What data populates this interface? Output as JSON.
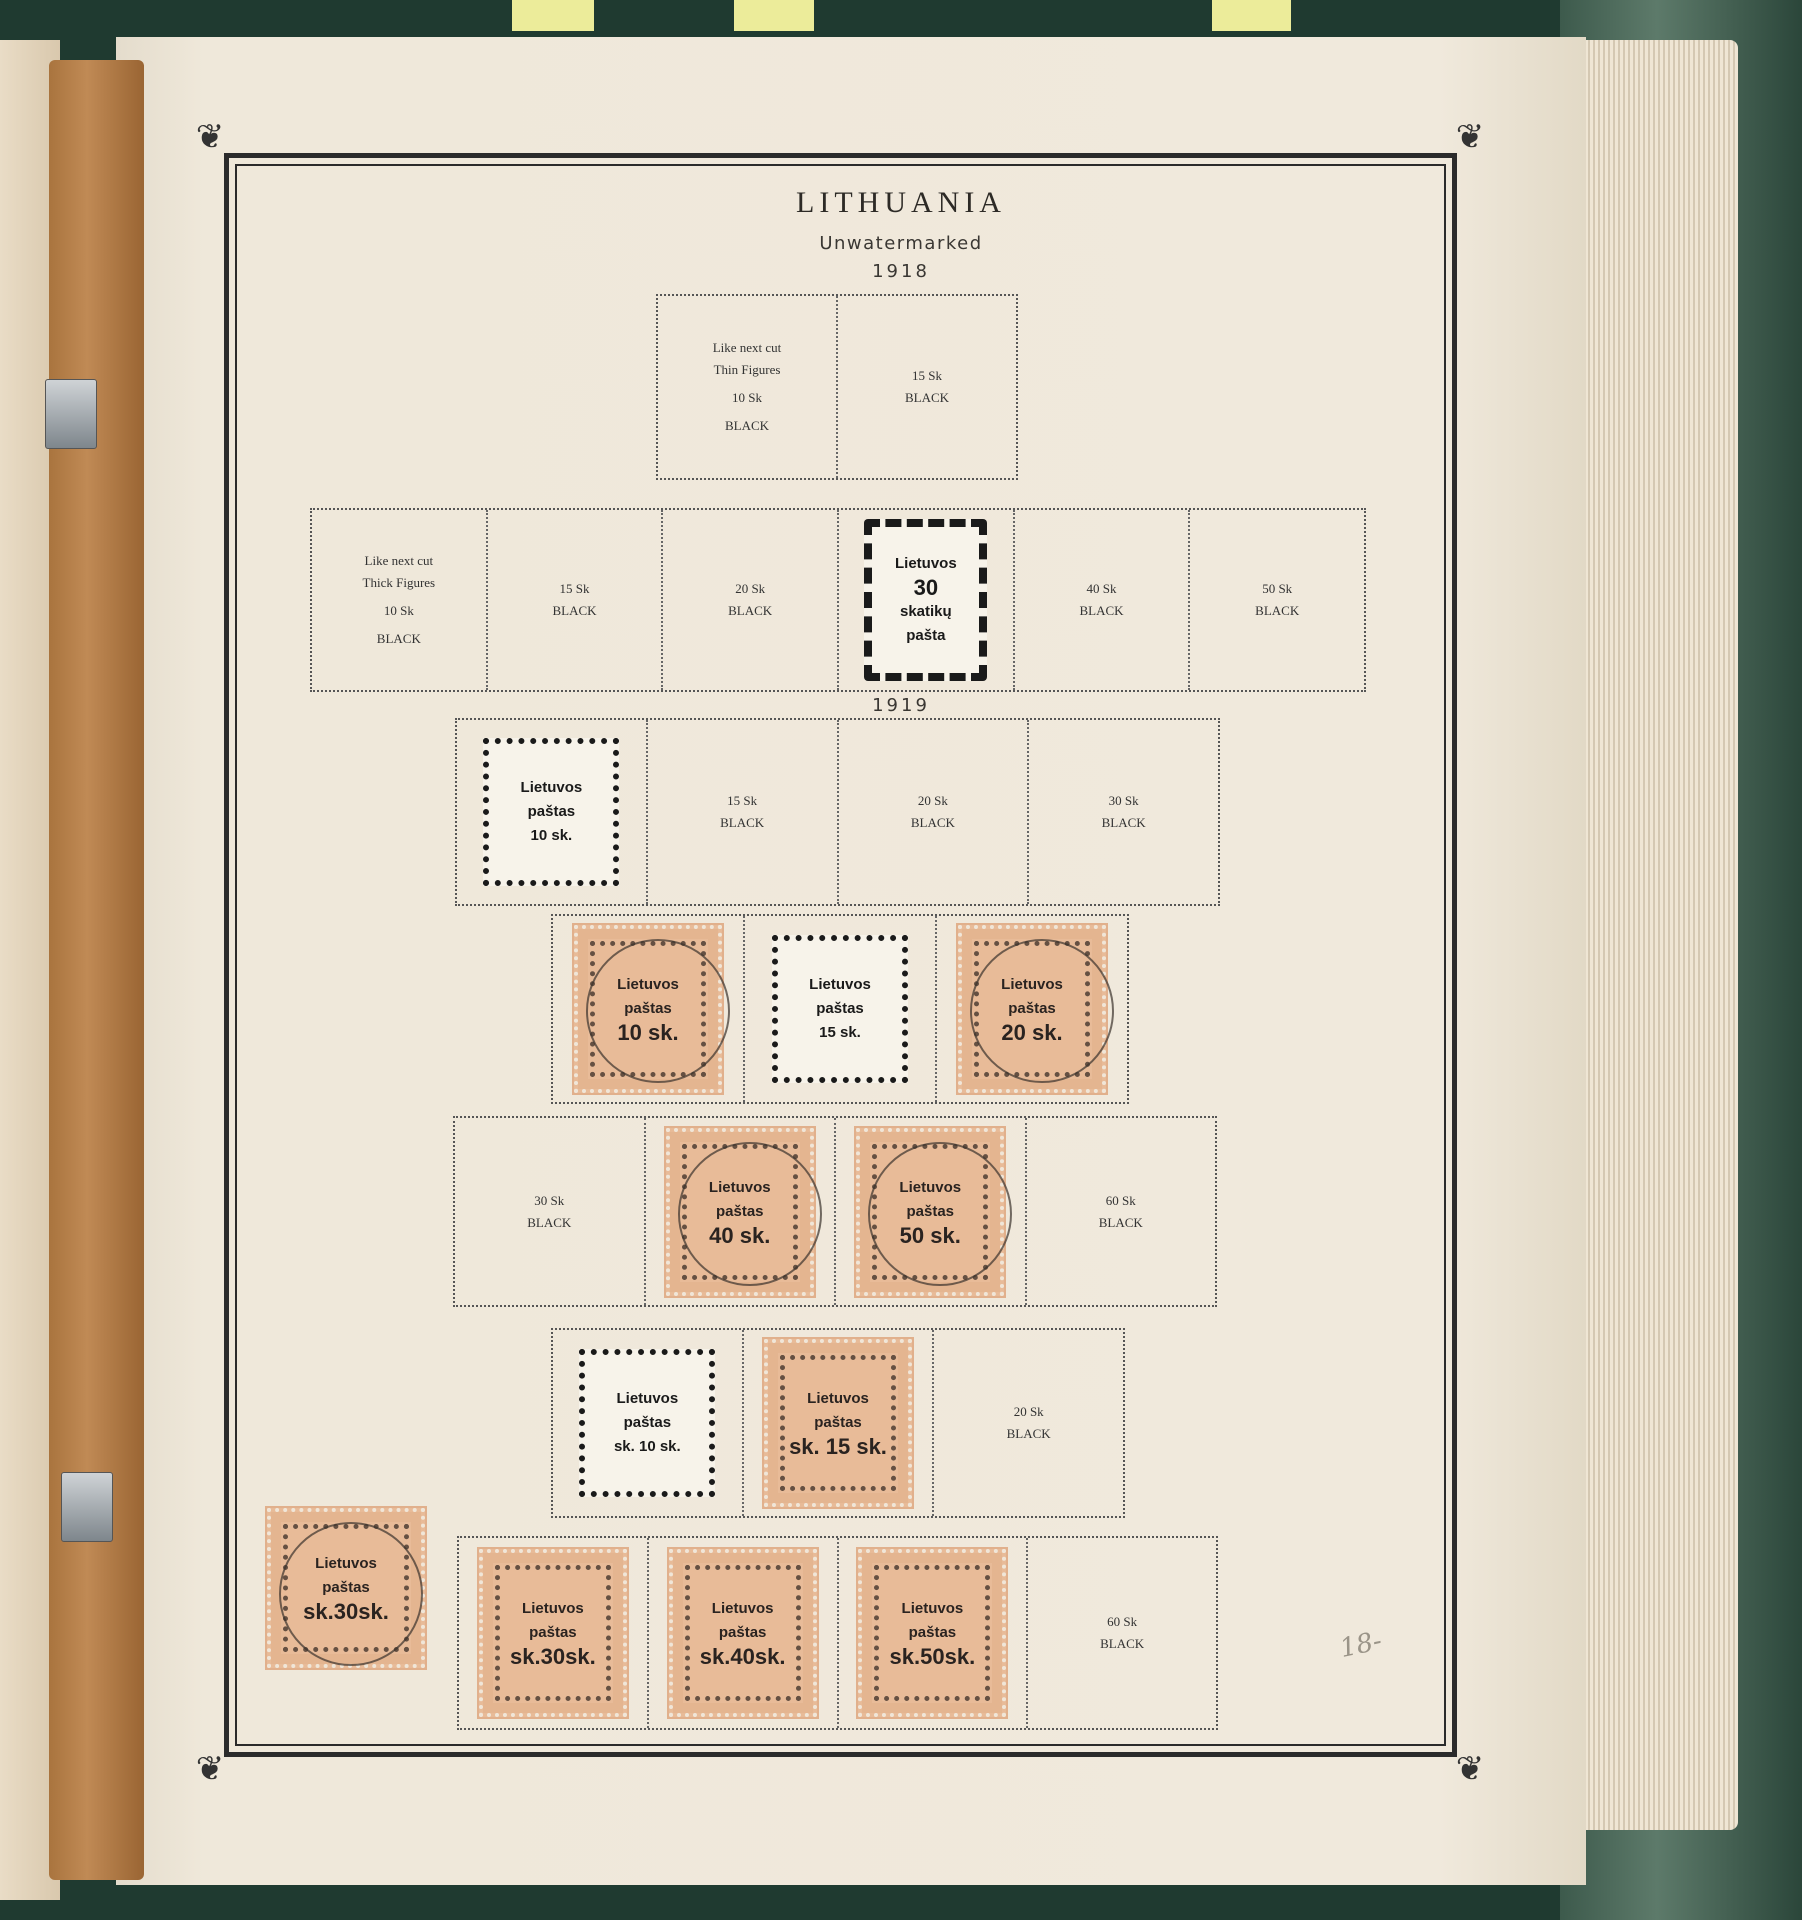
{
  "album": {
    "title": "LITHUANIA",
    "subtitle": "Unwatermarked",
    "year_1918": "1918",
    "year_1919": "1919",
    "pencil_note": "18-"
  },
  "rows": [
    [
      {
        "type": "space",
        "lines": [
          "Like next cut",
          "Thin Figures",
          "10 Sk",
          "BLACK"
        ]
      },
      {
        "type": "space",
        "lines": [
          "15 Sk",
          "BLACK"
        ]
      }
    ],
    [
      {
        "type": "space",
        "lines": [
          "Like next cut",
          "Thick Figures",
          "10 Sk",
          "BLACK"
        ]
      },
      {
        "type": "space",
        "lines": [
          "15 Sk",
          "BLACK"
        ]
      },
      {
        "type": "space",
        "lines": [
          "20 Sk",
          "BLACK"
        ]
      },
      {
        "type": "cut",
        "style": "big",
        "lines": [
          "Lietuvos",
          "30",
          "skatikų",
          "pašta"
        ]
      },
      {
        "type": "space",
        "lines": [
          "40 Sk",
          "BLACK"
        ]
      },
      {
        "type": "space",
        "lines": [
          "50 Sk",
          "BLACK"
        ]
      }
    ],
    [
      {
        "type": "cut",
        "lines": [
          "Lietuvos",
          "paštas",
          "10 sk."
        ]
      },
      {
        "type": "space",
        "lines": [
          "15 Sk",
          "BLACK"
        ]
      },
      {
        "type": "space",
        "lines": [
          "20 Sk",
          "BLACK"
        ]
      },
      {
        "type": "space",
        "lines": [
          "30 Sk",
          "BLACK"
        ]
      }
    ],
    [
      {
        "type": "stamp",
        "postmark": true,
        "lines": [
          "Lietuvos",
          "paštas",
          "10 sk."
        ]
      },
      {
        "type": "cut",
        "lines": [
          "Lietuvos",
          "paštas",
          "15 sk."
        ]
      },
      {
        "type": "stamp",
        "postmark": true,
        "lines": [
          "Lietuvos",
          "paštas",
          "20 sk."
        ]
      }
    ],
    [
      {
        "type": "space",
        "lines": [
          "30 Sk",
          "BLACK"
        ]
      },
      {
        "type": "stamp",
        "postmark": true,
        "lines": [
          "Lietuvos",
          "paštas",
          "40 sk."
        ]
      },
      {
        "type": "stamp",
        "postmark": true,
        "lines": [
          "Lietuvos",
          "paštas",
          "50 sk."
        ]
      },
      {
        "type": "space",
        "lines": [
          "60 Sk",
          "BLACK"
        ]
      }
    ],
    [
      {
        "type": "cut",
        "lines": [
          "Lietuvos",
          "paštas",
          "sk. 10 sk."
        ]
      },
      {
        "type": "stamp",
        "postmark": false,
        "lines": [
          "Lietuvos",
          "paštas",
          "sk. 15 sk."
        ]
      },
      {
        "type": "space",
        "lines": [
          "20 Sk",
          "BLACK"
        ]
      }
    ],
    [
      {
        "type": "stamp",
        "postmark": false,
        "lines": [
          "Lietuvos",
          "paštas",
          "sk.30sk."
        ]
      },
      {
        "type": "stamp",
        "postmark": false,
        "lines": [
          "Lietuvos",
          "paštas",
          "sk.40sk."
        ]
      },
      {
        "type": "stamp",
        "postmark": false,
        "lines": [
          "Lietuvos",
          "paštas",
          "sk.50sk."
        ]
      },
      {
        "type": "space",
        "lines": [
          "60 Sk",
          "BLACK"
        ]
      }
    ]
  ],
  "loose_stamp": {
    "type": "stamp",
    "postmark": true,
    "lines": [
      "Lietuvos",
      "paštas",
      "sk.30sk."
    ]
  },
  "colors": {
    "paper": "#f0e9dc",
    "stamp": "#e8bb98",
    "album_cover": "#1f3a30"
  }
}
